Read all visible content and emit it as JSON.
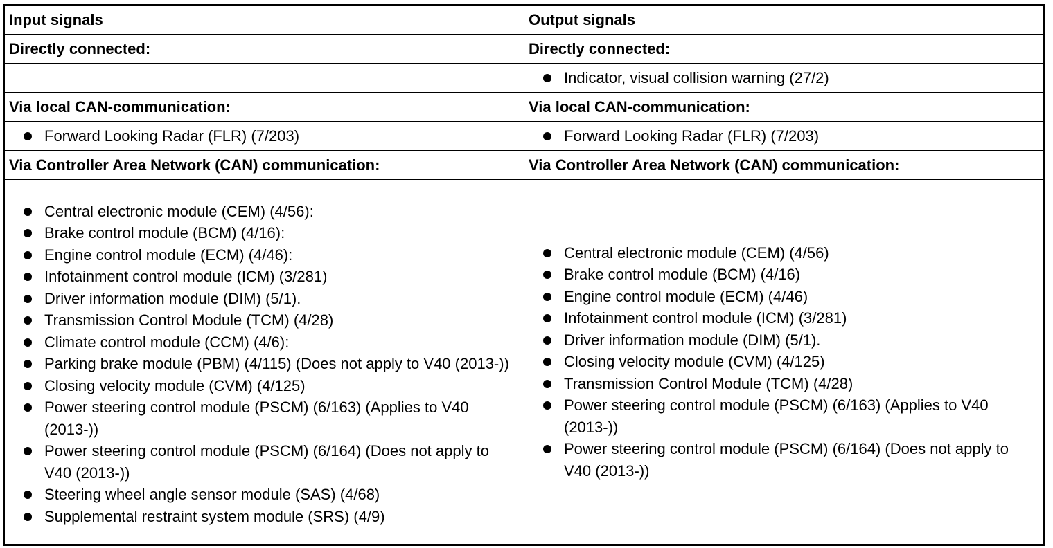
{
  "table": {
    "input_header": "Input signals",
    "output_header": "Output signals",
    "sections": {
      "direct": {
        "input_label": "Directly connected:",
        "output_label": "Directly connected:",
        "input_items": [],
        "output_items": [
          "Indicator, visual collision warning (27/2)"
        ]
      },
      "local_can": {
        "input_label": "Via local CAN-communication:",
        "output_label": "Via local CAN-communication:",
        "input_items": [
          "Forward Looking Radar (FLR) (7/203)"
        ],
        "output_items": [
          "Forward Looking Radar (FLR) (7/203)"
        ]
      },
      "can": {
        "input_label": "Via Controller Area Network (CAN) communication:",
        "output_label": "Via Controller Area Network (CAN) communication:",
        "input_items": [
          "Central electronic module (CEM) (4/56):",
          "Brake control module (BCM) (4/16):",
          "Engine control module (ECM) (4/46):",
          "Infotainment control module (ICM) (3/281)",
          "Driver information module (DIM) (5/1).",
          "Transmission Control Module (TCM) (4/28)",
          "Climate control module (CCM) (4/6):",
          "Parking brake module (PBM) (4/115) (Does not apply to V40 (2013-))",
          "Closing velocity module (CVM) (4/125)",
          "Power steering control module (PSCM) (6/163) (Applies to V40 (2013-))",
          "Power steering control module (PSCM) (6/164) (Does not apply to V40 (2013-))",
          "Steering wheel angle sensor module (SAS) (4/68)",
          "Supplemental restraint system module (SRS) (4/9)"
        ],
        "output_items": [
          "Central electronic module (CEM) (4/56)",
          "Brake control module (BCM) (4/16)",
          "Engine control module (ECM) (4/46)",
          "Infotainment control module (ICM) (3/281)",
          "Driver information module (DIM) (5/1).",
          "Closing velocity module (CVM) (4/125)",
          "Transmission Control Module (TCM) (4/28)",
          "Power steering control module (PSCM) (6/163) (Applies to V40 (2013-))",
          "Power steering control module (PSCM) (6/164) (Does not apply to V40 (2013-))"
        ]
      }
    }
  }
}
